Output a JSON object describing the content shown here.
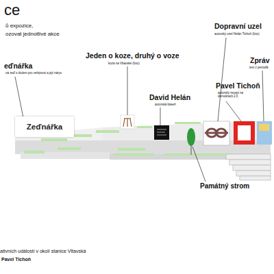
{
  "diagram": {
    "title": "ce",
    "nodes": [
      {
        "text": [
          "Zeďnářka"
        ]
      }
    ],
    "labels": [
      "ů expozice,",
      "ozovat jednotlivé akce",
      "eďnářka",
      "ná zeď s titulem pro veřejnost a její nárys",
      "Jeden o koze, druhý o voze",
      "koza na Vltavské (foto)",
      "Dopravní uzel",
      "autorský uzel Helán Tichoň (foto)",
      "Zpráv",
      "text z periodik",
      "David Helán",
      "autorská báseň",
      "Pavel Tichoň",
      "autorský recept na demokracii 2.0",
      "Památný strom",
      "ativních událostí v okolí stanice Vltavská",
      "Pavel Tichoň"
    ]
  }
}
